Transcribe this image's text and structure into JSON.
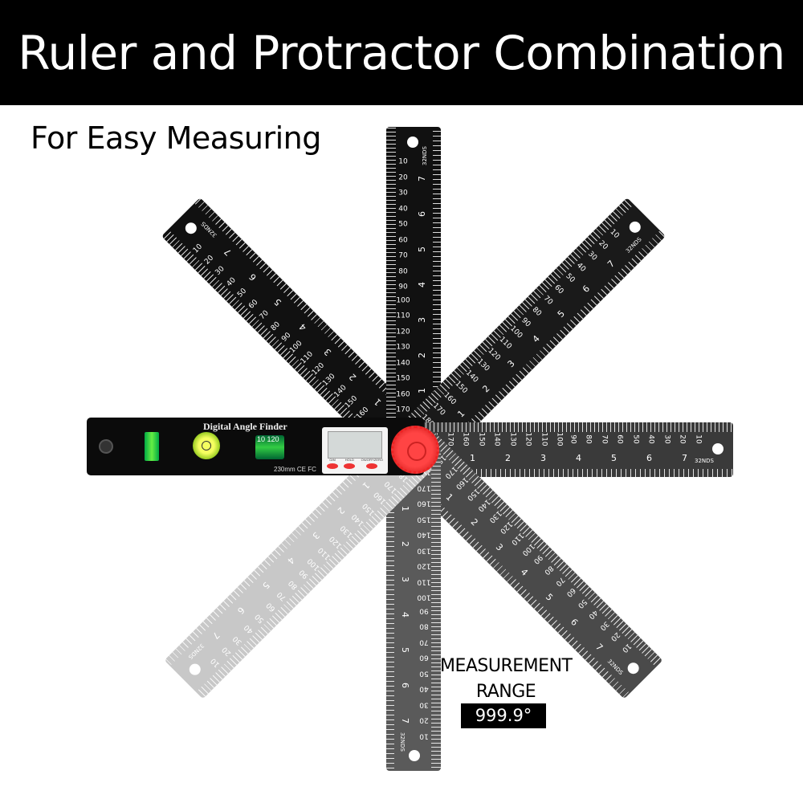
{
  "banner": {
    "title": "Ruler and Protractor Combination"
  },
  "subtitle": "For Easy Measuring",
  "device": {
    "name": "Digital Angle Finder",
    "vial_marks": "10  120",
    "size_label": "230mm  CE FC",
    "buttons": [
      "O/M",
      "HOLD",
      "ON/OFF/ZERO"
    ],
    "knob_color": "#e82a2a",
    "vial_color": "#3ccf3c"
  },
  "ruler_scale": {
    "mm": [
      "10",
      "20",
      "30",
      "40",
      "50",
      "60",
      "70",
      "80",
      "90",
      "100",
      "110",
      "120",
      "130",
      "140",
      "150",
      "160",
      "170",
      "180"
    ],
    "inch": [
      "1",
      "2",
      "3",
      "4",
      "5",
      "6",
      "7"
    ],
    "unit_label": "32NDS"
  },
  "measurement": {
    "label": "MEASUREMENT RANGE",
    "value": "999.9°"
  }
}
